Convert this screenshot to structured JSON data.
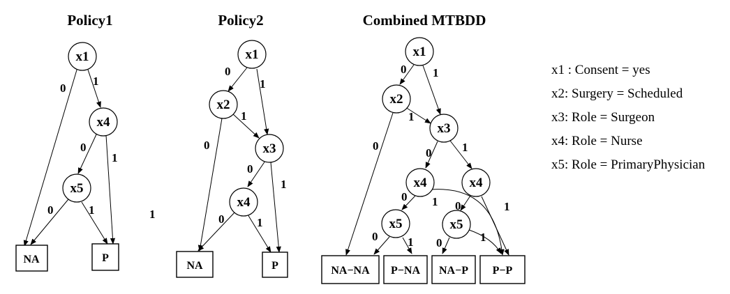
{
  "titles": {
    "policy1": "Policy1",
    "policy2": "Policy2",
    "combined": "Combined MTBDD"
  },
  "stray_label": "1",
  "policy1": {
    "nodes": {
      "x1": "x1",
      "x4": "x4",
      "x5": "x5"
    },
    "leaves": {
      "na": "NA",
      "p": "P"
    },
    "edges": {
      "x1_na": "0",
      "x1_x4": "1",
      "x4_x5": "0",
      "x4_p": "1",
      "x5_na": "0",
      "x5_p": "1"
    }
  },
  "policy2": {
    "nodes": {
      "x1": "x1",
      "x2": "x2",
      "x3": "x3",
      "x4": "x4"
    },
    "leaves": {
      "na": "NA",
      "p": "P"
    },
    "edges": {
      "x1_x2": "0",
      "x1_x3": "1",
      "x2_na": "0",
      "x2_x3": "1",
      "x3_x4": "0",
      "x3_p": "1",
      "x4_na": "0",
      "x4_p": "1"
    }
  },
  "combined": {
    "nodes": {
      "x1": "x1",
      "x2": "x2",
      "x3": "x3",
      "x4a": "x4",
      "x4b": "x4",
      "x5a": "x5",
      "x5b": "x5"
    },
    "leaves": {
      "nana": "NA−NA",
      "pna": "P−NA",
      "nap": "NA−P",
      "pp": "P−P"
    },
    "edges": {
      "x1_x2": "0",
      "x1_x3": "1",
      "x2_nana": "0",
      "x2_x3": "1",
      "x3_x4a": "0",
      "x3_x4b": "1",
      "x4a_x5a": "0",
      "x4a_pp": "1",
      "x4b_x5b": "0",
      "x4b_pp": "1",
      "x5a_nana": "0",
      "x5a_pna": "1",
      "x5b_nap": "0",
      "x5b_pp": "1"
    }
  },
  "legend": [
    "x1 : Consent = yes",
    "x2: Surgery = Scheduled",
    "x3: Role = Surgeon",
    "x4: Role = Nurse",
    "x5: Role = PrimaryPhysician"
  ]
}
